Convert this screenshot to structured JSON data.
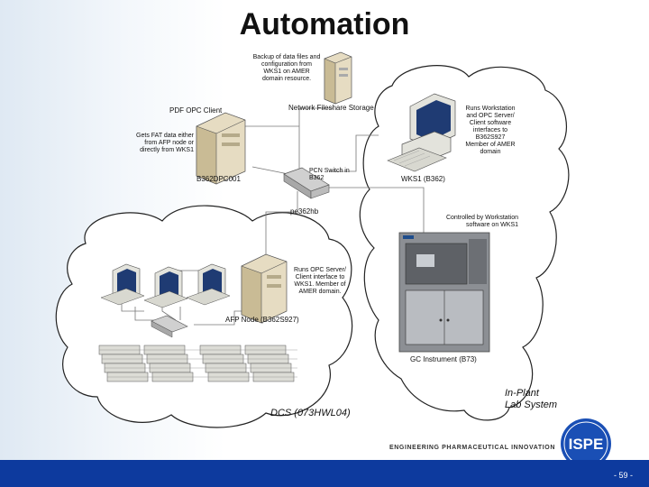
{
  "title": "Automation",
  "labels": {
    "backup": [
      "Backup of data files and",
      "configuration from",
      "WKS1 on AMER",
      "domain resource."
    ],
    "fileshare": "Network Fileshare Storage",
    "pdf_client": "PDF OPC Client",
    "gets_fat": [
      "Gets FAT data either",
      "from AFP node or",
      "directly from WKS1"
    ],
    "b362dpc001": "B362DPC001",
    "runs_workstation": [
      "Runs Workstation",
      "and OPC Server/",
      "Client software",
      "interfaces to",
      "B362S927",
      "Member of AMER",
      "domain"
    ],
    "pcn_switch": [
      "PCN Switch in",
      "B362"
    ],
    "wks1": "WKS1 (B362)",
    "pe362hb": "pe362hb",
    "controlled": [
      "Controlled by Workstation",
      "software on WKS1"
    ],
    "runs_opc": [
      "Runs OPC Server/",
      "Client interface to",
      "WKS1. Member of",
      "AMER domain."
    ],
    "afp_node": "AFP Node (B362S927)",
    "gc_instrument": "GC Instrument (B73)",
    "dcs": "DCS (073HWL04)",
    "inplant": [
      "In-Plant",
      "Lab System"
    ]
  },
  "footer": {
    "tagline": "ENGINEERING PHARMACEUTICAL INNOVATION",
    "logo": "ISPE",
    "page": "- 59 -"
  },
  "colors": {
    "footer_bar": "#0d3a9e",
    "logo_blue": "#1a4fb5",
    "instrument_grey": "#8c8f94"
  }
}
